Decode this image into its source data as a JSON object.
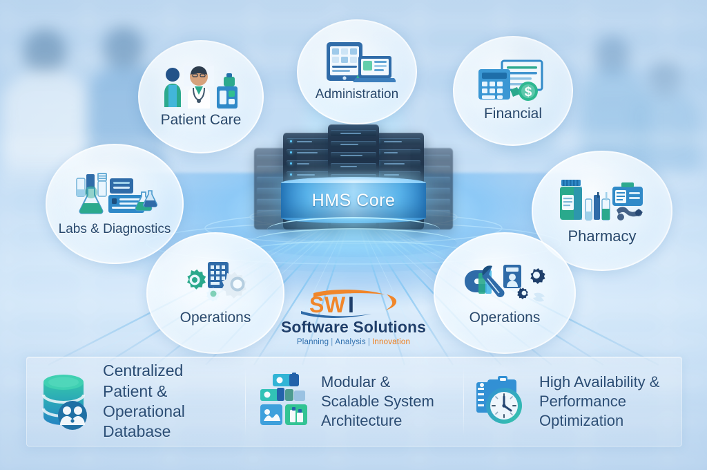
{
  "core": {
    "label": "HMS Core"
  },
  "nodes": [
    {
      "id": "patient-care",
      "label": "Patient Care",
      "icon": "doctor-patient-icon"
    },
    {
      "id": "administration",
      "label": "Administration",
      "icon": "tablet-laptop-icon"
    },
    {
      "id": "financial",
      "label": "Financial",
      "icon": "calculator-money-icon"
    },
    {
      "id": "pharmacy",
      "label": "Pharmacy",
      "icon": "medicine-bottles-icon"
    },
    {
      "id": "operations-right",
      "label": "Operations",
      "icon": "wrench-gears-icon"
    },
    {
      "id": "operations-left",
      "label": "Operations",
      "icon": "gears-icon"
    },
    {
      "id": "labs-diagnostics",
      "label": "Labs & Diagnostics",
      "icon": "lab-flasks-icon"
    }
  ],
  "logo": {
    "mark_s": "S",
    "mark_w": "W",
    "mark_i": "I",
    "name": "Software Solutions",
    "tagline_1": "Planning",
    "tagline_sep_1": "|",
    "tagline_2": "Analysis",
    "tagline_sep_2": "|",
    "tagline_3": "Innovation"
  },
  "features": [
    {
      "id": "centralized-database",
      "text": "Centralized Patient & Operational Database",
      "icon": "database-users-icon"
    },
    {
      "id": "modular-architecture",
      "text": "Modular & Scalable System Architecture",
      "icon": "modular-blocks-icon"
    },
    {
      "id": "high-availability",
      "text": "High Availability & Performance Optimization",
      "icon": "stopwatch-icon"
    }
  ],
  "colors": {
    "accent_orange": "#ef7d1a",
    "text_navy": "#24456c",
    "core_blue": "#59b3ea",
    "teal": "#2bb8a0",
    "panel_white": "#ffffff"
  }
}
